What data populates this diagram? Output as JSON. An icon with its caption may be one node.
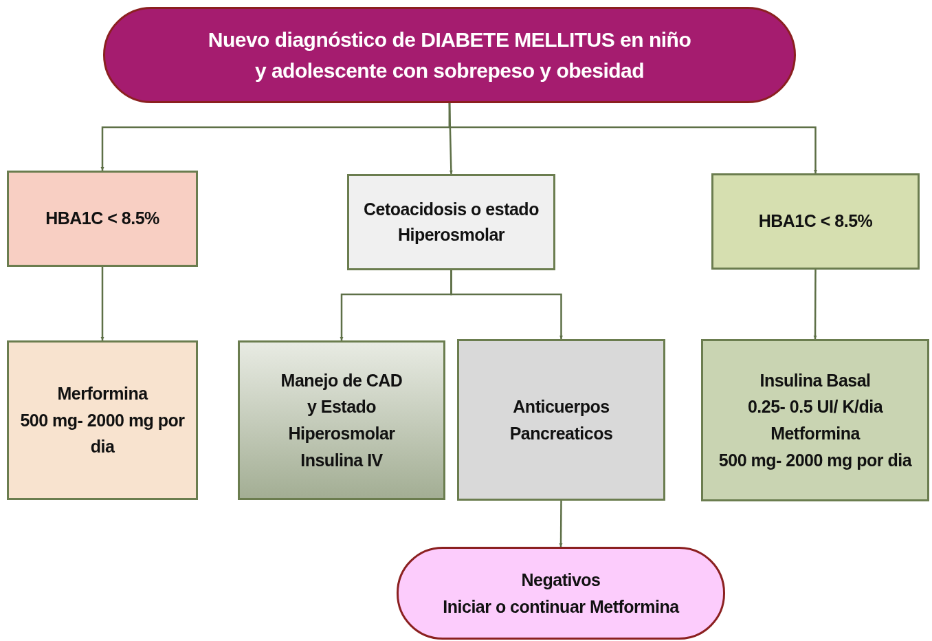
{
  "diagram": {
    "nodes": [
      {
        "text": [
          "Nuevo diagnóstico de DIABETE MELLITUS en niño y adolescente con sobrepeso y obesidad"
        ]
      },
      {
        "text": [
          "HBA1C  <  8.5%"
        ]
      },
      {
        "text": [
          "Cetoacidosis o estado Hiperosmolar"
        ]
      },
      {
        "text": [
          "HBA1C  <  8.5%"
        ]
      },
      {
        "text": [
          "Merformina",
          "500 mg- 2000 mg por dia"
        ]
      },
      {
        "text": [
          "Manejo de CAD y Estado Hiperosmolar Insulina IV"
        ]
      },
      {
        "text": [
          "Anticuerpos Pancreaticos"
        ]
      },
      {
        "text": [
          "Insulina Basal",
          "0.25- 0.5 UI/ K/dia",
          "Metformina",
          "500 mg- 2000 mg por dia"
        ]
      },
      {
        "text": [
          "Negativos",
          "Iniciar o continuar Metformina"
        ]
      }
    ],
    "edges": [
      {
        "from": 0,
        "to": 1,
        "arrow": "to"
      },
      {
        "from": 0,
        "to": 2,
        "arrow": "to"
      },
      {
        "from": 0,
        "to": 3,
        "arrow": "to"
      },
      {
        "from": 1,
        "to": 4,
        "arrow": "to"
      },
      {
        "from": 2,
        "to": 5,
        "arrow": "to"
      },
      {
        "from": 2,
        "to": 6,
        "arrow": "to"
      },
      {
        "from": 3,
        "to": 7,
        "arrow": "to"
      },
      {
        "from": 6,
        "to": 8,
        "arrow": "to"
      }
    ]
  }
}
